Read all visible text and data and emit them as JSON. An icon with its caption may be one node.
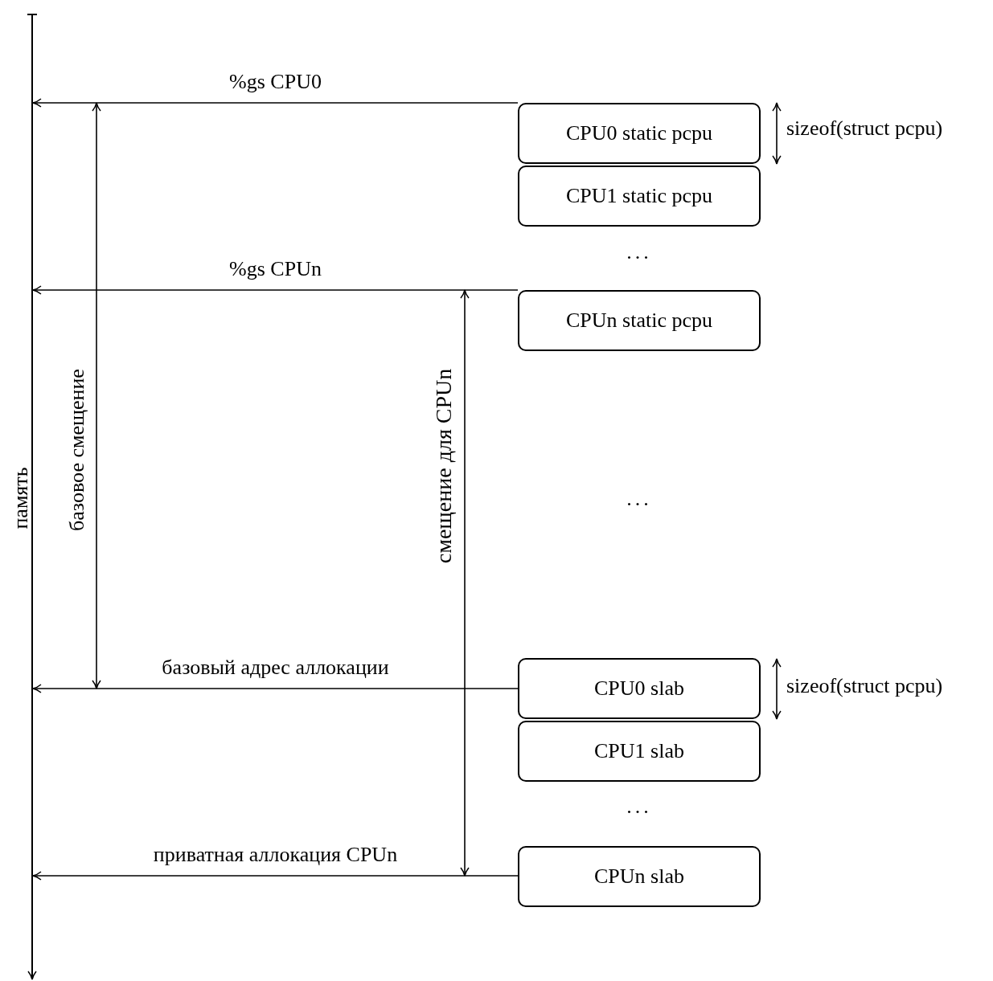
{
  "diagram": {
    "nodes": [
      {
        "text": [],
        "shape": "line",
        "beside": [
          "память"
        ]
      },
      {
        "text": [
          "CPU0 static pcpu"
        ]
      },
      {
        "text": [
          "CPU1 static pcpu"
        ]
      },
      {
        "text": [
          "CPUn static pcpu"
        ]
      },
      {
        "text": [
          "CPU0 slab"
        ]
      },
      {
        "text": [
          "CPU1 slab"
        ]
      },
      {
        "text": [
          "CPUn slab"
        ]
      }
    ],
    "edges": [
      {
        "from": 1,
        "to": 0,
        "arrow": "to",
        "label": "%gs CPU0"
      },
      {
        "from": 3,
        "to": 0,
        "arrow": "to",
        "label": "%gs CPUn"
      },
      {
        "from": 4,
        "to": 0,
        "arrow": "to",
        "label": "базовый адрес аллокации"
      },
      {
        "from": 6,
        "to": 0,
        "arrow": "to",
        "label": "приватная аллокация CPUn"
      }
    ],
    "labels": [
      "sizeof(struct pcpu)",
      "...",
      "базовое смещение",
      "смещение для CPUn",
      "...",
      "sizeof(struct pcpu)",
      "..."
    ]
  }
}
